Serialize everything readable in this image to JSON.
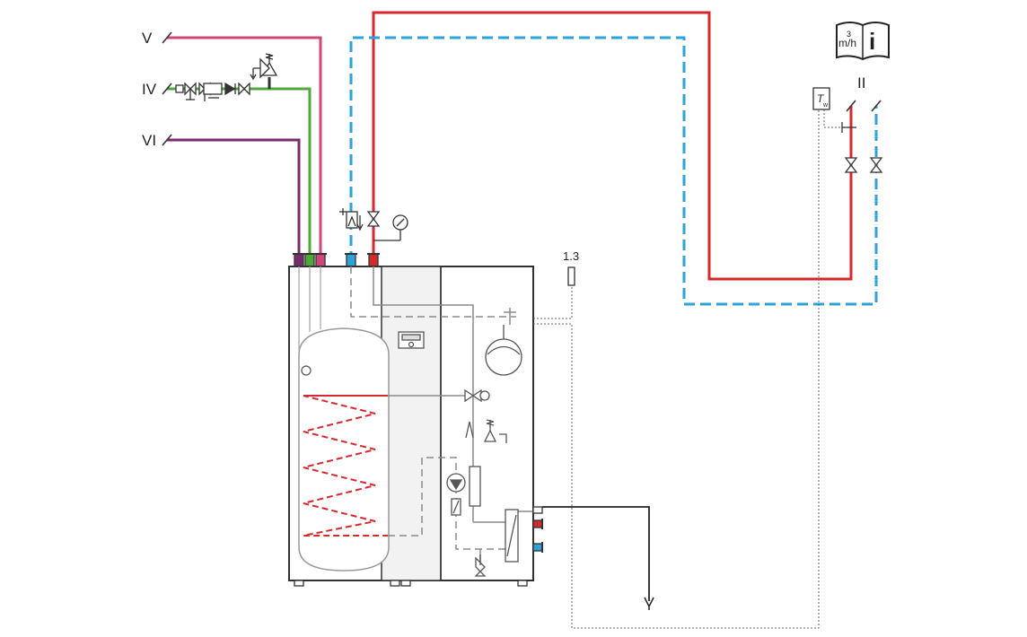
{
  "labels": {
    "v": "V",
    "iv": "IV",
    "vi": "VI",
    "ii": "II",
    "sensor_ref": "1.3",
    "flow_unit_sup": "3",
    "flow_unit": "m/h",
    "info_glyph": "i",
    "temp_sensor_symbol": "T",
    "temp_sensor_sub": "w"
  },
  "colors": {
    "supply_red": "#d42a2e",
    "return_blue": "#2ea3d8",
    "line_v_pink": "#d0457a",
    "line_iv_green": "#4fa83a",
    "line_vi_purple": "#7a2a6e",
    "outline": "#333333",
    "internal_gray": "#8a8a8a",
    "panel_fill": "#f2f2f2"
  },
  "icons": [
    "manual-info-book-icon",
    "flow-rate-icon",
    "temperature-sensor-icon"
  ]
}
